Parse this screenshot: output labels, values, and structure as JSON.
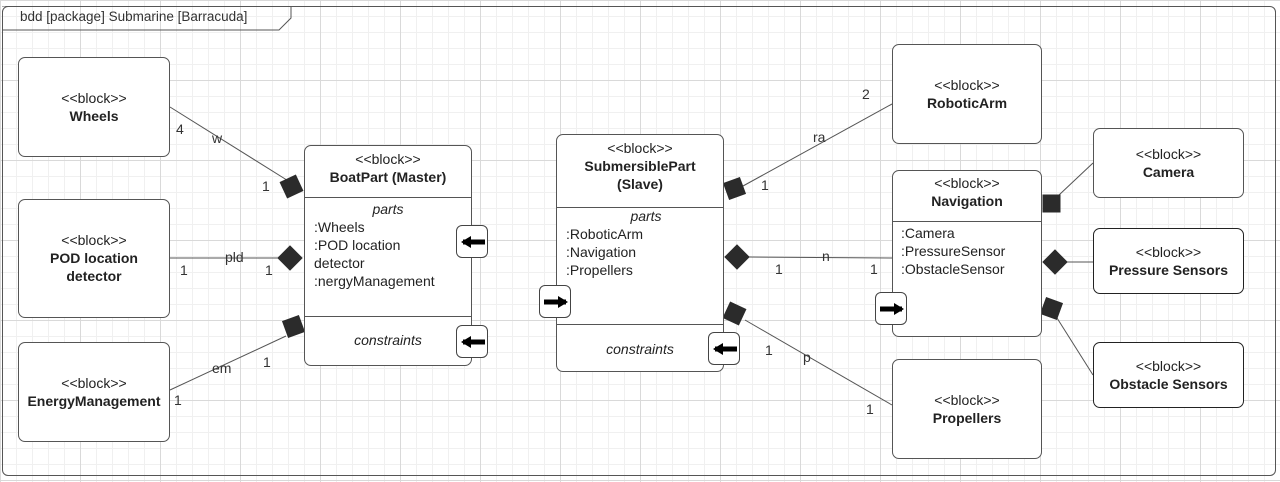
{
  "frame": {
    "title": "bdd [package] Submarine [Barracuda]"
  },
  "stereotype": "<<block>>",
  "blocks": {
    "wheels": {
      "name": "Wheels"
    },
    "pod": {
      "name": "POD location detector"
    },
    "energy": {
      "name": "EnergyManagement"
    },
    "boat": {
      "name": "BoatPart (Master)",
      "parts_title": "parts",
      "parts": [
        ":Wheels",
        ":POD location",
        "detector",
        ":nergyManagement"
      ],
      "constraints_title": "constraints"
    },
    "submersible": {
      "name": "SubmersiblePart (Slave)",
      "parts_title": "parts",
      "parts": [
        ":RoboticArm",
        ":Navigation",
        ":Propellers"
      ],
      "constraints_title": "constraints"
    },
    "robotic_arm": {
      "name": "RoboticArm"
    },
    "navigation": {
      "name": "Navigation",
      "parts": [
        ":Camera",
        ":PressureSensor",
        ":ObstacleSensor"
      ]
    },
    "propellers": {
      "name": "Propellers"
    },
    "camera": {
      "name": "Camera"
    },
    "pressure": {
      "name": "Pressure Sensors"
    },
    "obstacle": {
      "name": "Obstacle Sensors"
    }
  },
  "associations": {
    "w": {
      "role": "w",
      "whole_mult": "1",
      "part_mult": "4"
    },
    "pld": {
      "role": "pld",
      "whole_mult": "1",
      "part_mult": "1"
    },
    "em": {
      "role": "em",
      "whole_mult": "1",
      "part_mult": "1"
    },
    "ra": {
      "role": "ra",
      "whole_mult": "1",
      "part_mult": "2"
    },
    "n": {
      "role": "n",
      "whole_mult": "1",
      "part_mult": "1"
    },
    "p": {
      "role": "p",
      "whole_mult": "1",
      "part_mult": "1"
    }
  },
  "colors": {
    "line": "#555555",
    "diamond": "#2b2b2b",
    "grid": "#d9d9d9"
  }
}
